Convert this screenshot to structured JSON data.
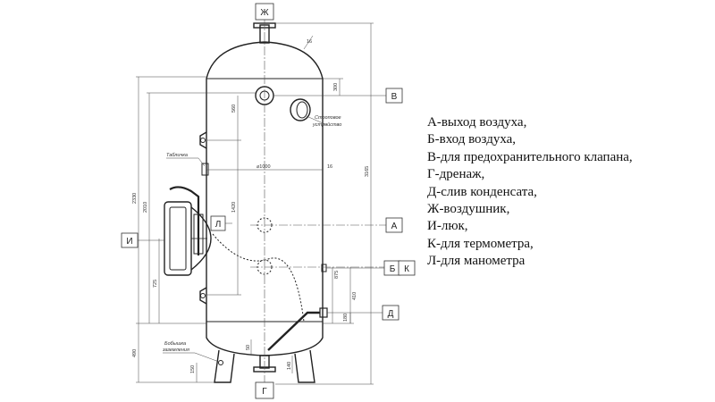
{
  "legend": [
    "А-выход воздуха,",
    "Б-вход воздуха,",
    "В-для предохранительного клапана,",
    "Г-дренаж,",
    "Д-слив конденсата,",
    "Ж-воздушник,",
    "И-люк,",
    "К-для термометра,",
    "Л-для манометра"
  ],
  "port_labels": {
    "zh": "Ж",
    "v": "В",
    "a": "А",
    "b": "Б",
    "k": "К",
    "d": "Д",
    "g": "Г",
    "i": "И",
    "l": "Л"
  },
  "dimensions": {
    "d_top_16": "16",
    "d_300": "300",
    "d_560": "560",
    "d_1000": "⌀1000",
    "d_16_right": "16",
    "d_3165": "3165",
    "d_1420": "1420",
    "d_2330": "2330",
    "d_2010": "2010",
    "d_725": "725",
    "d_875": "875",
    "d_410": "410",
    "d_180": "180",
    "d_490": "490",
    "d_150": "150",
    "d_50": "50",
    "d_140": "140"
  },
  "notes": {
    "tablichka": "Табличка",
    "stropovoe_1": "Строповое",
    "stropovoe_2": "устройство",
    "bobyshka_1": "Бобышка",
    "bobyshka_2": "заземления"
  }
}
